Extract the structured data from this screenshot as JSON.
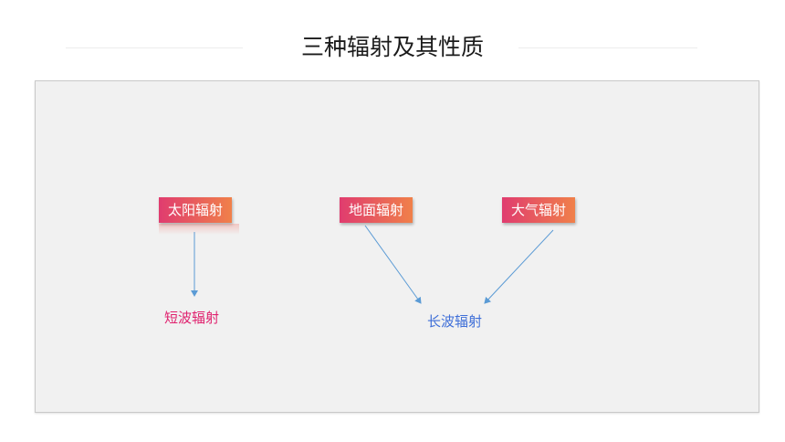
{
  "title": "三种辐射及其性质",
  "nodes": {
    "solar": "太阳辐射",
    "ground": "地面辐射",
    "atmosphere": "大气辐射"
  },
  "results": {
    "short_wave": "短波辐射",
    "long_wave": "长波辐射"
  },
  "colors": {
    "box_gradient_start": "#e03c6f",
    "box_gradient_end": "#f0804a",
    "short_wave_text": "#e0226e",
    "long_wave_text": "#3f6fd8",
    "arrow": "#5b9bd5"
  }
}
